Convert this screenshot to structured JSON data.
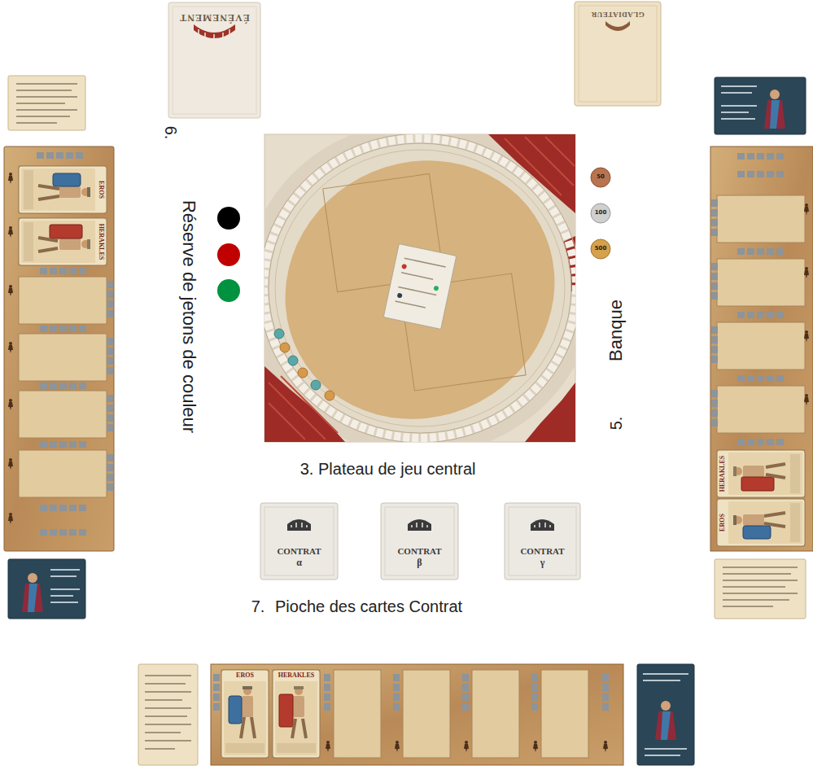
{
  "diagram": {
    "nodes": [
      {
        "text": [
          "ÉVÉNEMENT"
        ]
      },
      {
        "text": [
          "GLADIATEUR"
        ]
      },
      {
        "text": [
          "EROS"
        ]
      },
      {
        "text": [
          "HERAKLES"
        ]
      },
      {
        "text": [
          "50"
        ]
      },
      {
        "text": [
          "100"
        ]
      },
      {
        "text": [
          "500"
        ]
      },
      {
        "text": [
          "HERAKLES"
        ]
      },
      {
        "text": [
          "EROS"
        ]
      },
      {
        "text": [
          "CONTRAT",
          "α"
        ]
      },
      {
        "text": [
          "CONTRAT",
          "β"
        ]
      },
      {
        "text": [
          "CONTRAT",
          "γ"
        ]
      },
      {
        "text": [
          "EROS"
        ]
      },
      {
        "text": [
          "HERAKLES"
        ]
      }
    ],
    "labels": [
      "6.",
      "Réserve de jetons de couleur",
      "5.",
      "Banque",
      "3.",
      "Plateau de jeu central",
      "7.",
      "Pioche des cartes Contrat"
    ]
  }
}
